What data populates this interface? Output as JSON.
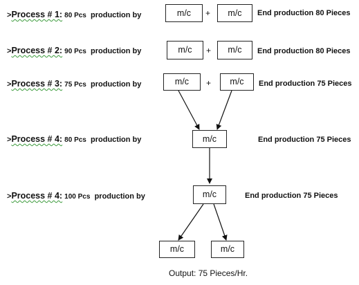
{
  "rows": [
    {
      "prefix": ">",
      "name": "Process # 1:",
      "qty": "80",
      "unit": "Pcs",
      "action": "production by",
      "end": "End production 80 Pieces"
    },
    {
      "prefix": ">",
      "name": "Process # 2:",
      "qty": "90",
      "unit": "Pcs",
      "action": "production by",
      "end": "End production 80 Pieces"
    },
    {
      "prefix": ">",
      "name": "Process # 3:",
      "qty": "75",
      "unit": "Pcs",
      "action": "production by",
      "end": "End production 75 Pieces"
    },
    {
      "prefix": ">",
      "name": "Process # 4:",
      "qty": "80",
      "unit": "Pcs",
      "action": "production by",
      "end": "End production 75 Pieces"
    },
    {
      "prefix": ">",
      "name": "Process # 4:",
      "qty": "100",
      "unit": "Pcs",
      "action": "production by",
      "end": "End production 75 Pieces"
    }
  ],
  "machine_label": "m/c",
  "plus": "+",
  "output": "Output: 75 Pieces/Hr."
}
